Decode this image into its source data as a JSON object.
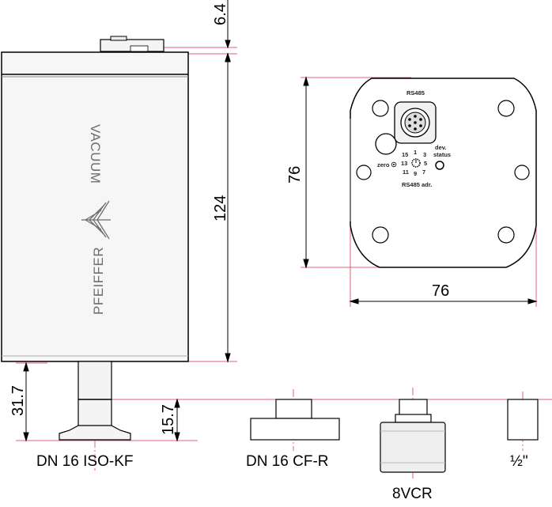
{
  "dimensions": {
    "top_gap": "6.4",
    "body_height": "124",
    "flange_height": "31.7",
    "fitting_height": "15.7",
    "face_height": "76",
    "face_width": "76"
  },
  "brand": {
    "name_left": "PFEIFFER",
    "name_right": "VACUUM"
  },
  "connector_panel": {
    "port_label": "RS485",
    "zero_label": "zero",
    "dev_label": "dev.",
    "status_label": "status",
    "address_label": "RS485 adr.",
    "dial_numbers": [
      "15",
      "1",
      "3",
      "13",
      "5",
      "11",
      "9",
      "7"
    ]
  },
  "fittings": {
    "iso_kf": "DN 16 ISO-KF",
    "cf_r": "DN 16 CF-R",
    "vcr": "8VCR",
    "half_inch": "½\""
  },
  "colors": {
    "line": "#000000",
    "pink": "#e0607a",
    "body_fill": "#f6f6f6",
    "gray_fill": "#eeeeee"
  }
}
